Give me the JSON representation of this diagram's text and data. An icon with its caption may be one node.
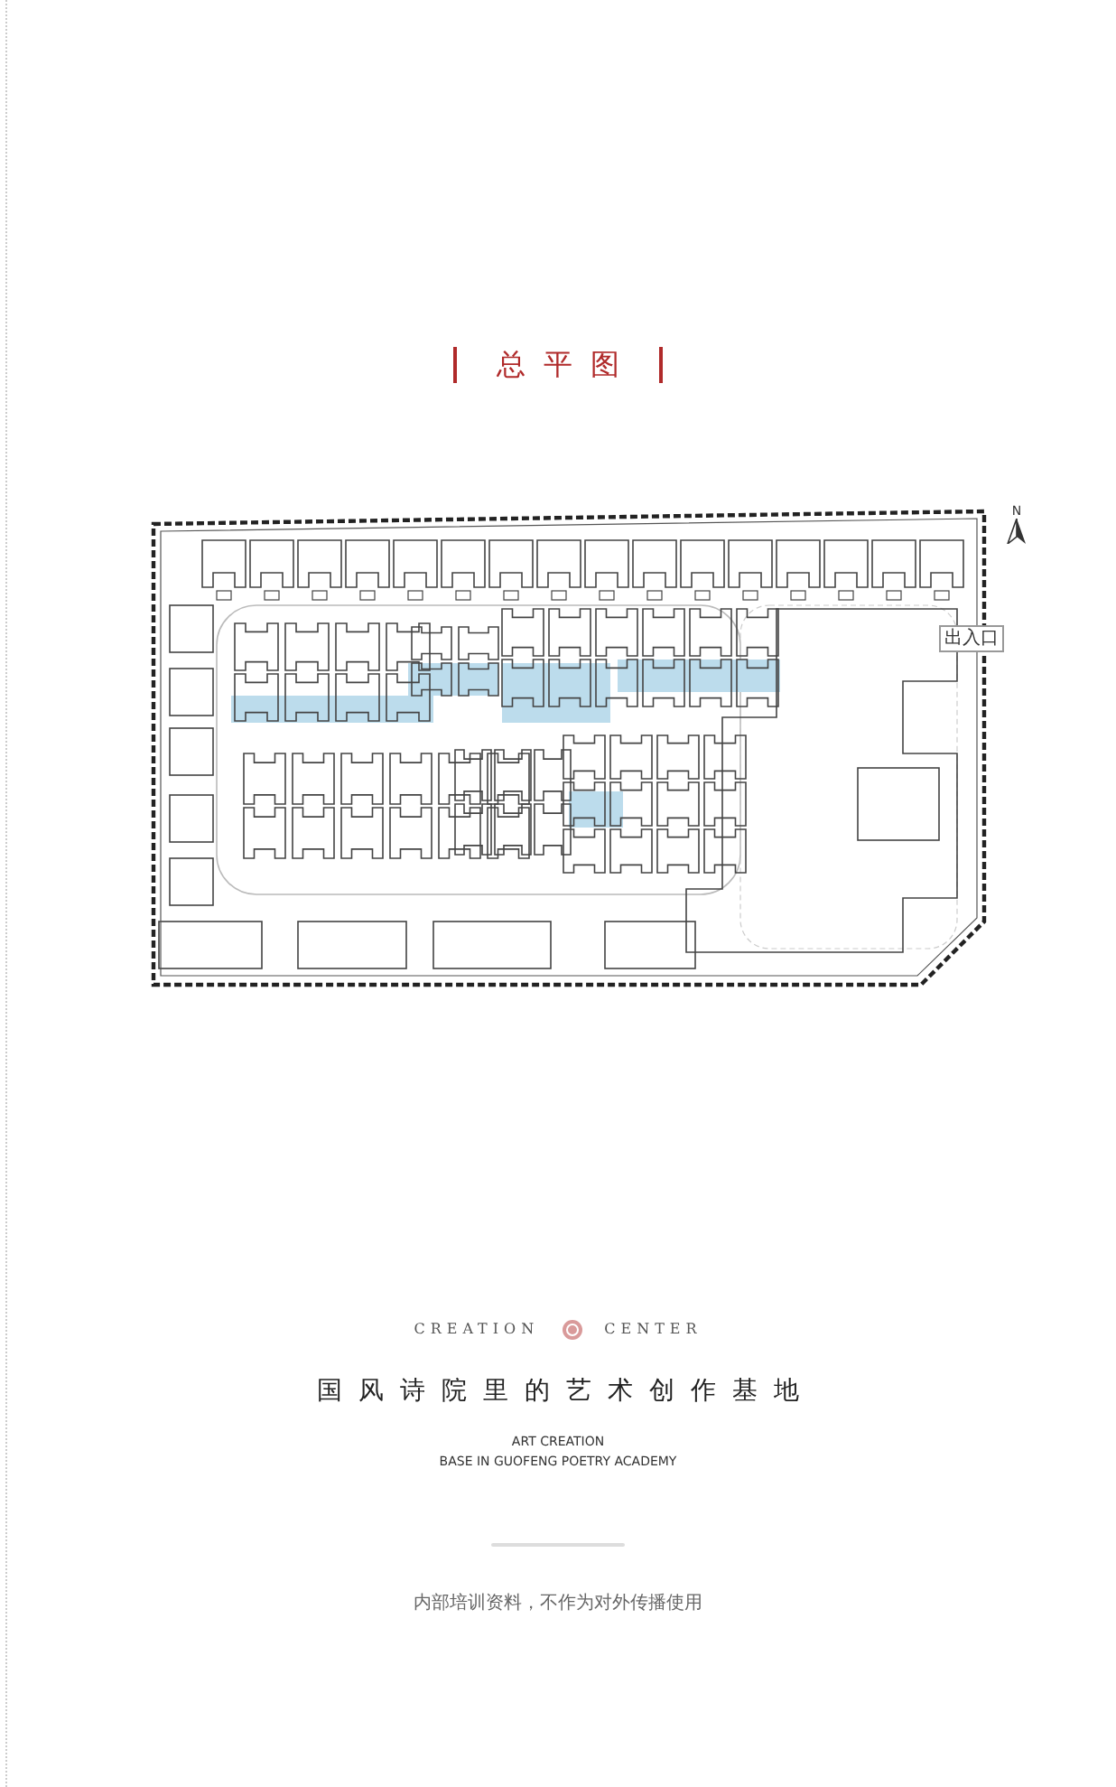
{
  "diagram": {
    "title": "总平图",
    "labels": [
      "N",
      "出入口",
      "CREATION",
      "CENTER",
      "国风诗院里的艺术创作基地",
      "ART CREATION",
      "BASE IN GUOFENG POETRY ACADEMY",
      "内部培训资料，不作为对外传播使用"
    ]
  }
}
